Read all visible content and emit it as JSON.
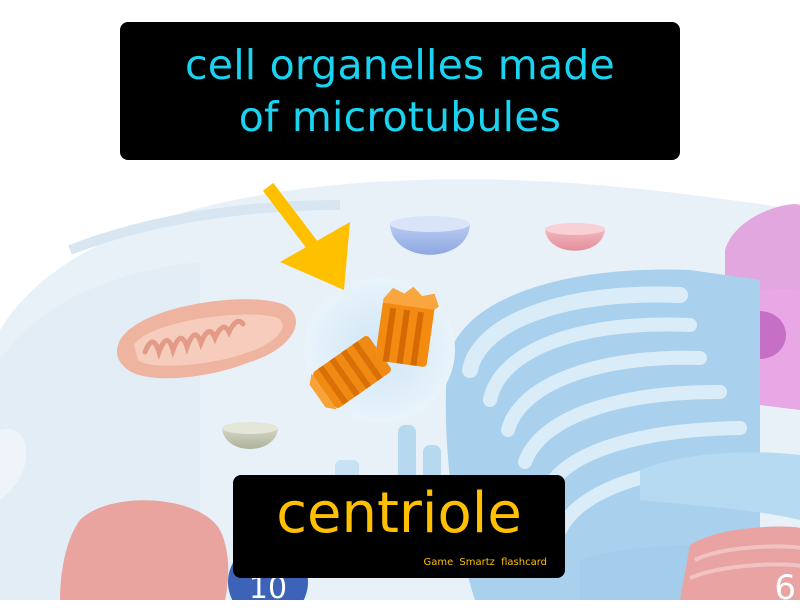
{
  "definition": {
    "line1": "cell organelles made",
    "line2": "of microtubules"
  },
  "term": "centriole",
  "brand": "Game Smartz flashcard",
  "page_number": "6",
  "slide_number": "10",
  "colors": {
    "definition_text": "#19d3f0",
    "term_text": "#ffc000",
    "arrow": "#ffc000",
    "centriole": "#f28a10"
  },
  "icons": [
    "centriole-icon",
    "pointer-arrow-icon"
  ]
}
